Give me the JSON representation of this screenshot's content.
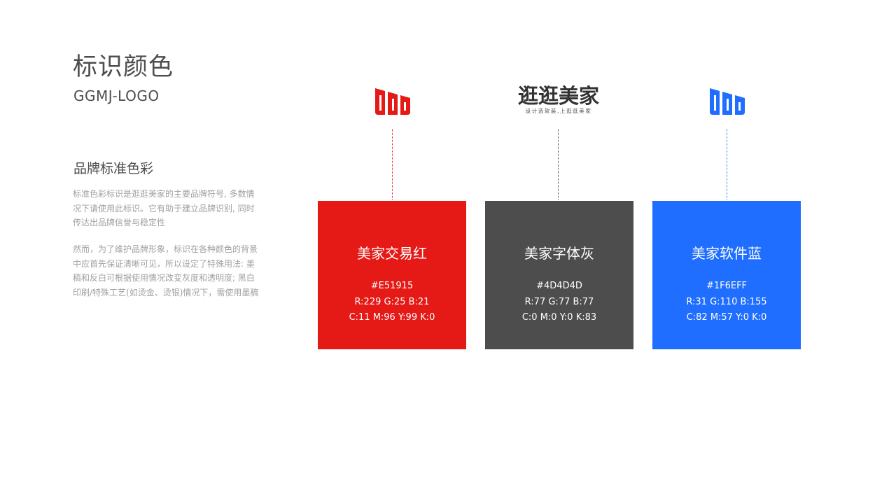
{
  "header": {
    "title": "标识颜色",
    "subtitle": "GGMJ-LOGO"
  },
  "section": {
    "heading": "品牌标准色彩",
    "paragraph_1": "标准色彩标识是逛逛美家的主要品牌符号, 多数情况下请使用此标识。它有助于建立品牌识别, 同时传达出品牌信誉与稳定性",
    "paragraph_2": "然而，为了维护品牌形象，标识在各种颜色的背景中应首先保证清晰可见，所以设定了特殊用法: 墨稿和反白可根据使用情况改变灰度和透明度; 黑白印刷/特殊工艺(如烫金、烫银)情况下，需使用墨稿"
  },
  "logos": {
    "wordmark": "逛逛美家",
    "wordmark_tagline": "设计选软装,上逛逛美家",
    "icon_name": "ggmj-logo-icon"
  },
  "swatches": [
    {
      "name": "美家交易红",
      "hex": "#E51915",
      "rgb": "R:229  G:25  B:21",
      "cmyk": "C:11  M:96  Y:99  K:0",
      "color": "#E51915"
    },
    {
      "name": "美家字体灰",
      "hex": "#4D4D4D",
      "rgb": "R:77  G:77  B:77",
      "cmyk": "C:0  M:0  Y:0  K:83",
      "color": "#4D4D4D"
    },
    {
      "name": "美家软件蓝",
      "hex": "#1F6EFF",
      "rgb": "R:31  G:110  B:155",
      "cmyk": "C:82  M:57  Y:0  K:0",
      "color": "#1F6EFF"
    }
  ]
}
